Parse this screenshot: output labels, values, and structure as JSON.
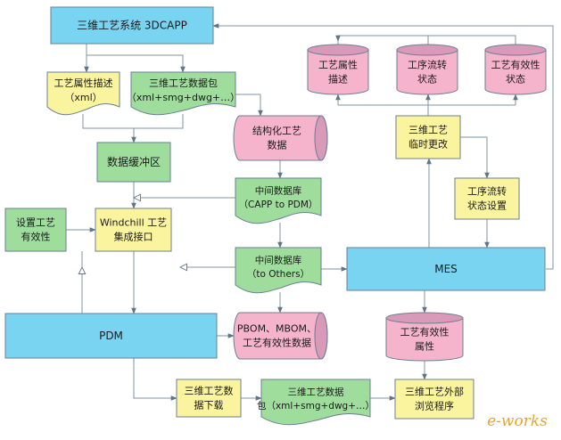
{
  "colors": {
    "blue": "#79d4f2",
    "yellow": "#fbf49e",
    "green": "#9fdd9c",
    "pink": "#f6b4cc",
    "pink_band": "#d89ab8",
    "stroke": "#6b7f94",
    "line": "#7f93a6",
    "arrow": "#5f7489",
    "watermark": "#e2a72c"
  },
  "nodes": {
    "capp": "三维工艺系统 3DCAPP",
    "attr_desc": [
      "工艺属性描述",
      "（xml）"
    ],
    "data_pkg": [
      "三维工艺数据包",
      "（xml+smg+dwg+…）"
    ],
    "data_buffer": "数据缓冲区",
    "set_validity": [
      "设置工艺",
      "有效性"
    ],
    "windchill": [
      "Windchill 工艺",
      "集成接口"
    ],
    "pdm": "PDM",
    "structured": [
      "结构化工艺",
      "数据"
    ],
    "db_capp_pdm": [
      "中间数据库",
      "（CAPP to PDM）"
    ],
    "db_others": [
      "中间数据库",
      "（to Others）"
    ],
    "bom": [
      "PBOM、MBOM、",
      "工艺有效性数据"
    ],
    "mes": "MES",
    "cyl_attr": [
      "工艺属性",
      "描述"
    ],
    "cyl_flow": [
      "工序流转",
      "状态"
    ],
    "cyl_valid": [
      "工艺有效性",
      "状态"
    ],
    "temp_change": [
      "三维工艺",
      "临时更改"
    ],
    "flow_set": [
      "工序流转",
      "状态设置"
    ],
    "validity_attr": [
      "工艺有效性",
      "属性"
    ],
    "download": [
      "三维工艺数",
      "据下载"
    ],
    "pkg_bottom": [
      "三维工艺数据",
      "包（xml+smg+dwg+…）"
    ],
    "viewer": [
      "三维工艺外部",
      "浏览程序"
    ]
  },
  "watermark": "e-works"
}
